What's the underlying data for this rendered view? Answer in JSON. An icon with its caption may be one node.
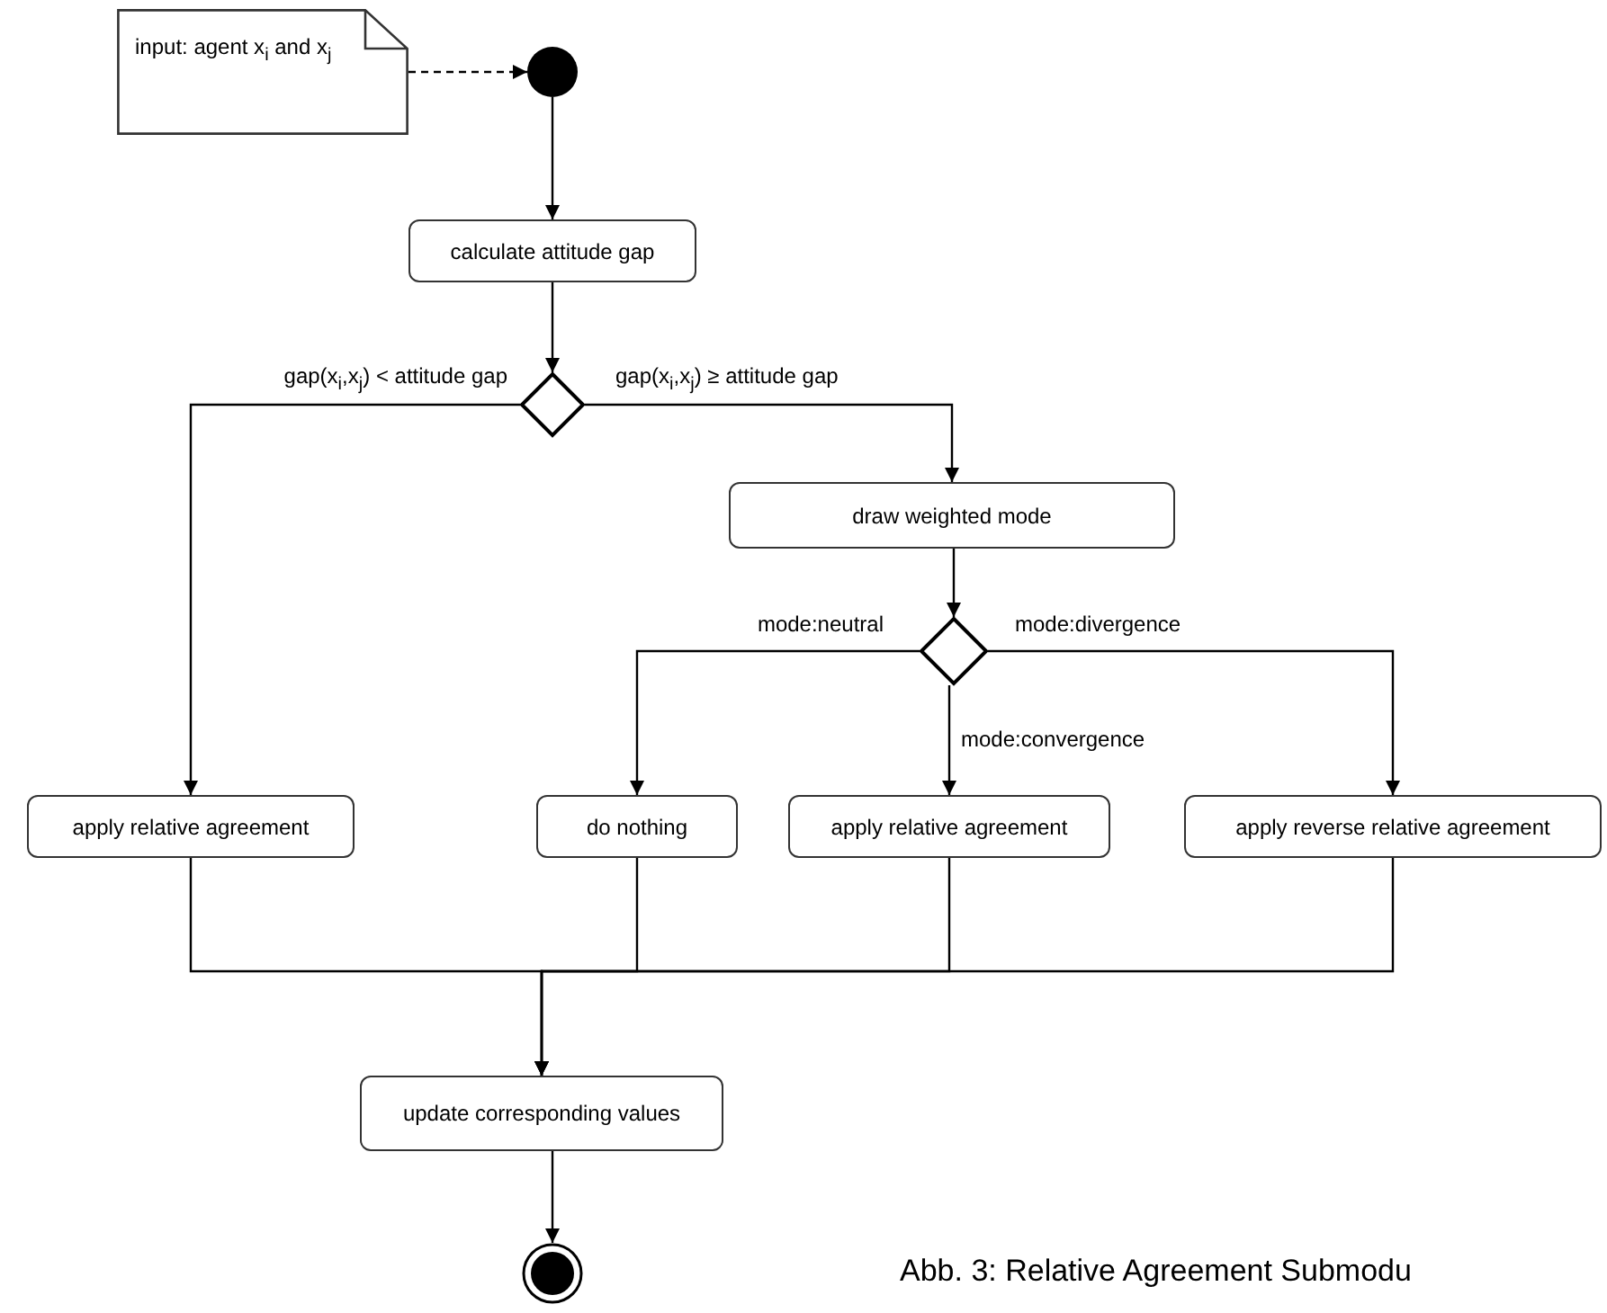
{
  "diagram": {
    "caption": "Abb. 3: Relative Agreement Submodu",
    "nodes": [
      {
        "text": [
          "input: agent x$_{i}$ and x$_{j}$"
        ]
      },
      {
        "text": [],
        "shape": "circle"
      },
      {
        "text": [
          "calculate attitude gap"
        ]
      },
      {
        "text": [],
        "shape": "diamond"
      },
      {
        "text": [
          "apply relative agreement"
        ]
      },
      {
        "text": [
          "draw weighted mode"
        ]
      },
      {
        "text": [],
        "shape": "diamond"
      },
      {
        "text": [
          "do nothing"
        ]
      },
      {
        "text": [
          "apply relative agreement"
        ]
      },
      {
        "text": [
          "apply reverse relative agreement"
        ]
      },
      {
        "text": [
          "update corresponding values"
        ]
      },
      {
        "text": [],
        "shape": "circle"
      }
    ],
    "edges": [
      {
        "from": 0,
        "to": 1,
        "arrow": "to",
        "style": "dashed"
      },
      {
        "from": 1,
        "to": 2,
        "arrow": "to"
      },
      {
        "from": 2,
        "to": 3,
        "arrow": "to"
      },
      {
        "from": 3,
        "to": 4,
        "arrow": "to",
        "label": "gap(x$_{i}$,x$_{j}$) < attitude gap"
      },
      {
        "from": 3,
        "to": 5,
        "arrow": "to",
        "label": "gap(x$_{i}$,x$_{j}$) ≥ attitude gap"
      },
      {
        "from": 5,
        "to": 6,
        "arrow": "to"
      },
      {
        "from": 6,
        "to": 7,
        "arrow": "to",
        "label": "mode:neutral"
      },
      {
        "from": 6,
        "to": 8,
        "arrow": "to",
        "label": "mode:convergence"
      },
      {
        "from": 6,
        "to": 9,
        "arrow": "to",
        "label": "mode:divergence"
      },
      {
        "from": 4,
        "to": 10,
        "arrow": "to"
      },
      {
        "from": 7,
        "to": 10,
        "arrow": "to"
      },
      {
        "from": 8,
        "to": 10,
        "arrow": "to"
      },
      {
        "from": 9,
        "to": 10,
        "arrow": "to"
      },
      {
        "from": 10,
        "to": 11,
        "arrow": "to"
      }
    ]
  }
}
